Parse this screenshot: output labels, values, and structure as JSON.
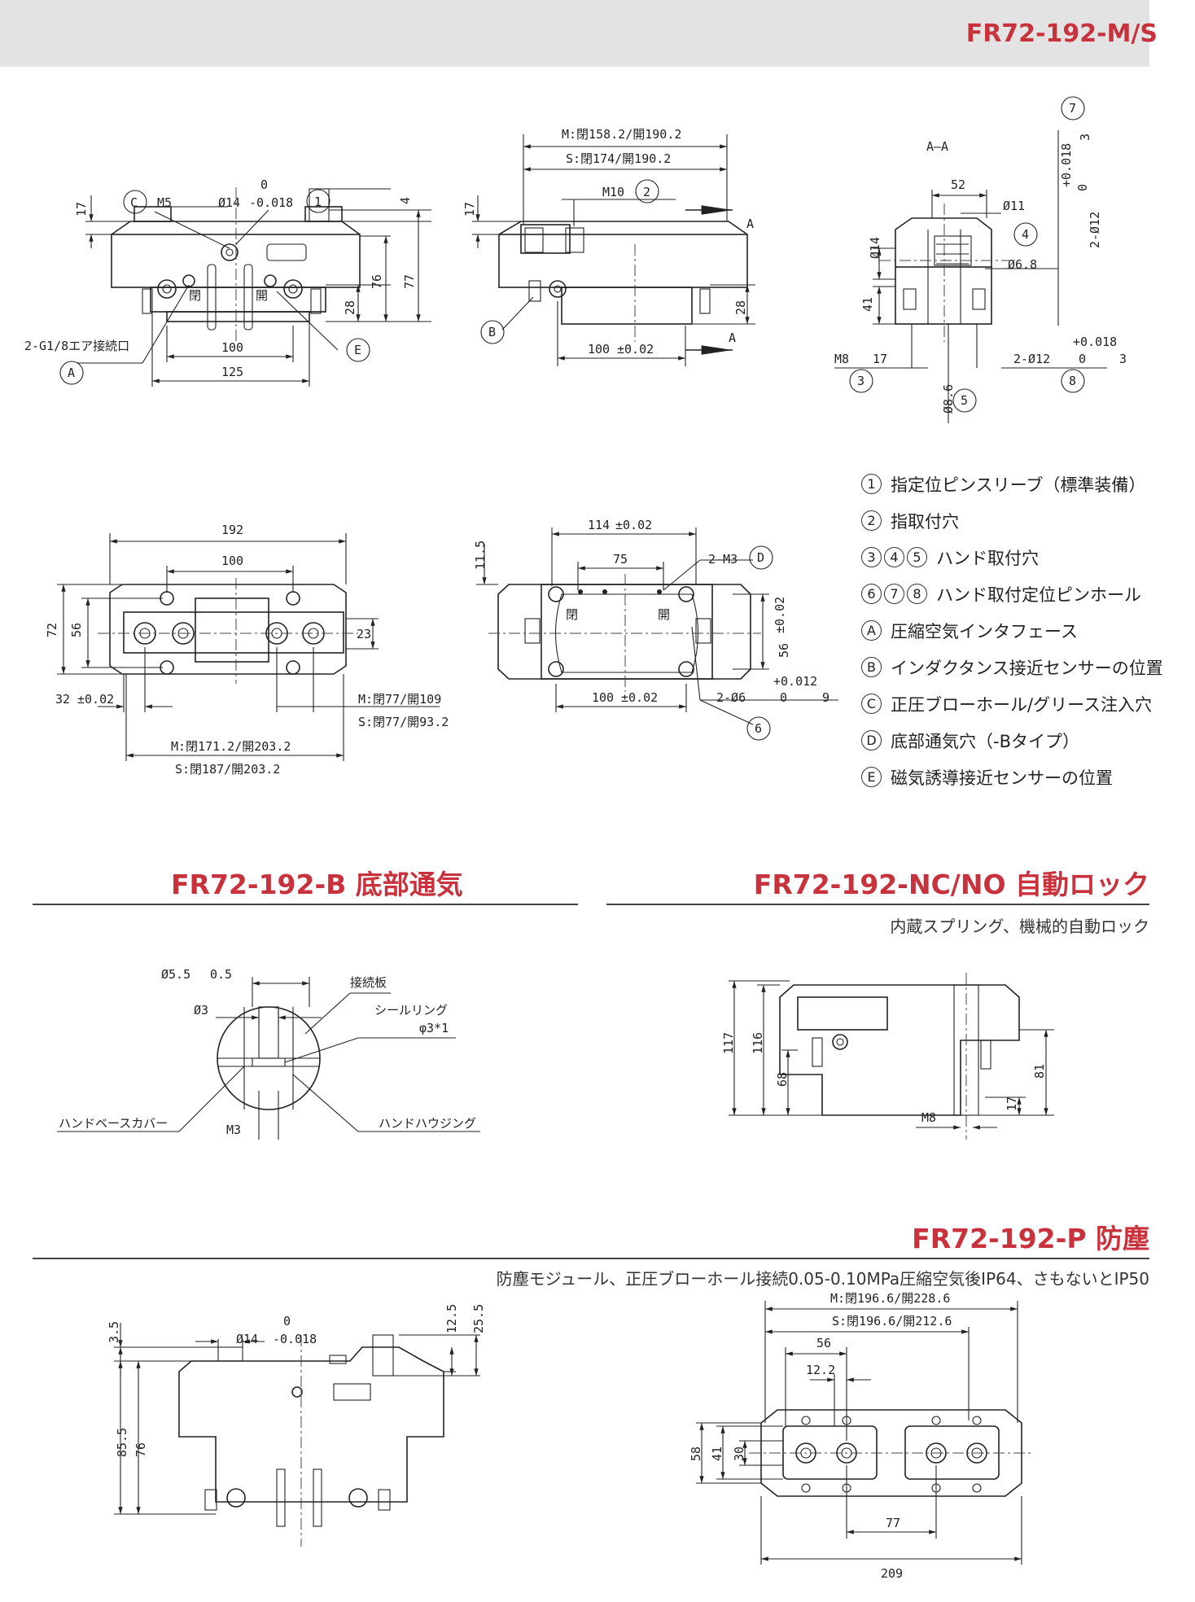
{
  "header": {
    "title": "FR72-192-M/S"
  },
  "legend": [
    {
      "marks": [
        "1"
      ],
      "text": "指定位ピンスリーブ（標準装備）"
    },
    {
      "marks": [
        "2"
      ],
      "text": "指取付穴"
    },
    {
      "marks": [
        "3",
        "4",
        "5"
      ],
      "text": "ハンド取付穴"
    },
    {
      "marks": [
        "6",
        "7",
        "8"
      ],
      "text": "ハンド取付定位ピンホール"
    },
    {
      "marks": [
        "A"
      ],
      "text": "圧縮空気インタフェース"
    },
    {
      "marks": [
        "B"
      ],
      "text": "インダクタンス接近センサーの位置"
    },
    {
      "marks": [
        "C"
      ],
      "text": "正圧ブローホール/グリース注入穴"
    },
    {
      "marks": [
        "D"
      ],
      "text": "底部通気穴（-Bタイプ）"
    },
    {
      "marks": [
        "E"
      ],
      "text": "磁気誘導接近センサーの位置"
    }
  ],
  "sections": {
    "b": {
      "title": "FR72-192-B 底部通気"
    },
    "nc": {
      "title": "FR72-192-NC/NO 自動ロック",
      "subtitle": "内蔵スプリング、機械的自動ロック"
    },
    "p": {
      "title": "FR72-192-P 防塵",
      "subtitle": "防塵モジュール、正圧ブローホール接続0.05-0.10MPa圧縮空気後IP64、さもないとIP50"
    }
  },
  "dims": {
    "front": {
      "d17": "17",
      "m5": "M5",
      "c": "C",
      "phi14": "Ø14",
      "tol_top": "0",
      "tol_bot": "-0.018",
      "n1": "1",
      "d4": "4",
      "d76": "76",
      "d77": "77",
      "d28": "28",
      "close": "閉",
      "open": "開",
      "d100": "100",
      "d125": "125",
      "air": "2-G1/8エア接続口",
      "a": "A",
      "e": "E"
    },
    "side": {
      "m_len": "M:閉158.2/開190.2",
      "s_len": "S:閉174/開190.2",
      "m10": "M10",
      "n2": "2",
      "d17": "17",
      "a_top": "A",
      "a_bot": "A",
      "d28": "28",
      "d100": "100",
      "tol100": "±0.02",
      "b": "B"
    },
    "section": {
      "title": "A—A",
      "d52": "52",
      "phi11": "Ø11",
      "n4": "4",
      "phi14": "Ø14",
      "phi6_8": "Ø6.8",
      "d41": "41",
      "m8": "M8",
      "d17": "17",
      "n3": "3",
      "phi8_6": "Ø8.6",
      "n5": "5",
      "phi12": "2-Ø12",
      "tol_top": "+0.018",
      "tol_bot": "0",
      "depth3": "3",
      "n8": "8",
      "n7": "7",
      "v_phi12": "2-Ø12",
      "v_tol_top": "+0.018",
      "v_tol_bot": "0",
      "v_depth": "3"
    },
    "top": {
      "d192": "192",
      "d100": "100",
      "d72": "72",
      "d56": "56",
      "d23": "23",
      "d32": "32",
      "tol32": "±0.02",
      "m_open": "M:閉77/開109",
      "s_open": "S:閉77/開93.2",
      "m_total": "M:閉171.2/開203.2",
      "s_total": "S:閉187/開203.2"
    },
    "bottom": {
      "d114": "114",
      "tol114": "±0.02",
      "d11_5": "11.5",
      "d75": "75",
      "m3": "2-M3",
      "d": "D",
      "close": "閉",
      "open": "開",
      "d56": "56",
      "tol56": "±0.02",
      "d100": "100",
      "tol100": "±0.02",
      "phi6": "2-Ø6",
      "tol_top": "+0.012",
      "tol_bot": "0",
      "depth9": "9",
      "n6": "6"
    },
    "b_detail": {
      "phi5_5": "Ø5.5",
      "depth0_5": "0.5",
      "plate": "接続板",
      "phi3": "Ø3",
      "seal": "シールリング",
      "seal_size": "φ3*1",
      "cover": "ハンドベースカバー",
      "m3": "M3",
      "housing": "ハンドハウジング"
    },
    "nc_detail": {
      "d117": "117",
      "d116": "116",
      "d68": "68",
      "d81": "81",
      "d17": "17",
      "m8": "M8"
    },
    "p_front": {
      "d3_5": "3.5",
      "phi14": "Ø14",
      "tol_top": "0",
      "tol_bot": "-0.018",
      "d12_5": "12.5",
      "d25_5": "25.5",
      "d85_5": "85.5",
      "d76": "76"
    },
    "p_top": {
      "m_len": "M:閉196.6/開228.6",
      "s_len": "S:閉196.6/開212.6",
      "d56": "56",
      "d12_2": "12.2",
      "d58": "58",
      "d41": "41",
      "d30": "30",
      "d77": "77",
      "d209": "209"
    }
  }
}
